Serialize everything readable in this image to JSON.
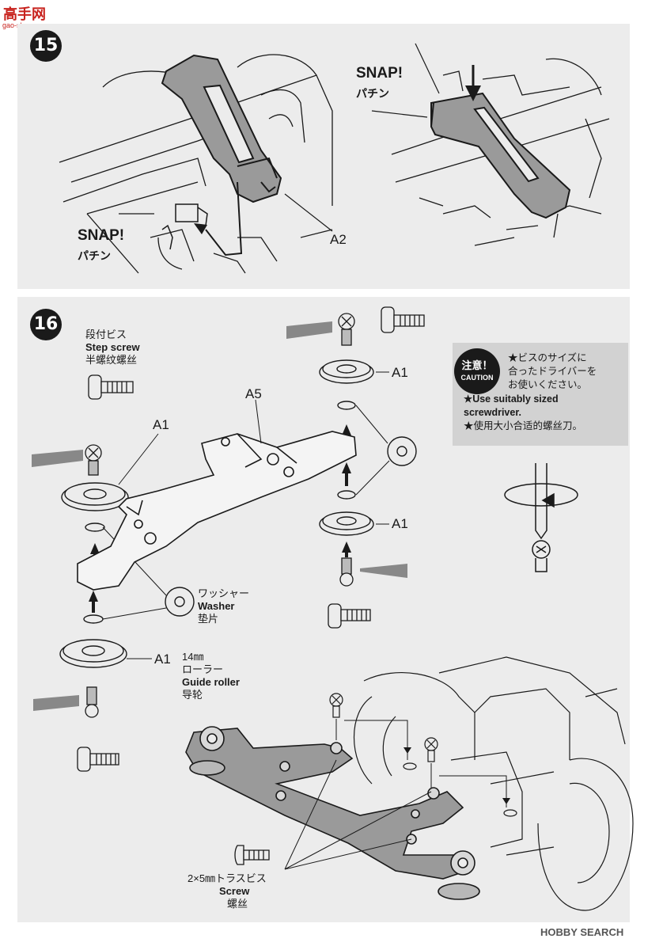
{
  "logo": {
    "text": "高手网",
    "url": "gao-shou.com"
  },
  "step15": {
    "number": "15",
    "snap_left": "SNAP!",
    "snap_left_jp": "パチン",
    "snap_right": "SNAP!",
    "snap_right_jp": "パチン",
    "part_label": "A2"
  },
  "step16": {
    "number": "16",
    "step_screw": {
      "jp": "段付ビス",
      "en": "Step screw",
      "cn": "半螺纹螺丝"
    },
    "parts": {
      "a1_left_top": "A1",
      "a5": "A5",
      "a1_right_top": "A1",
      "a1_right_bottom": "A1",
      "a1_left_bottom": "A1"
    },
    "washer": {
      "jp": "ワッシャー",
      "en": "Washer",
      "cn": "垫片"
    },
    "roller": {
      "size": "14㎜",
      "jp": "ローラー",
      "en": "Guide roller",
      "cn": "导轮"
    },
    "truss_screw": {
      "jp": "2×5㎜トラスビス",
      "en": "Screw",
      "cn": "螺丝"
    },
    "caution": {
      "badge_jp": "注意！",
      "badge_en": "CAUTION",
      "line1": "★ビスのサイズに",
      "line2": "合ったドライバーを",
      "line3": "お使いください。",
      "line4": "★Use suitably sized",
      "line5": "screwdriver.",
      "line6": "★使用大小合适的螺丝刀。"
    }
  },
  "watermark": "HOBBY SEARCH",
  "colors": {
    "panel": "#ececec",
    "ink": "#1a1a1a",
    "part_fill": "#9a9a9a",
    "caution_box": "#d2d2d2",
    "logo": "#c8231e"
  }
}
